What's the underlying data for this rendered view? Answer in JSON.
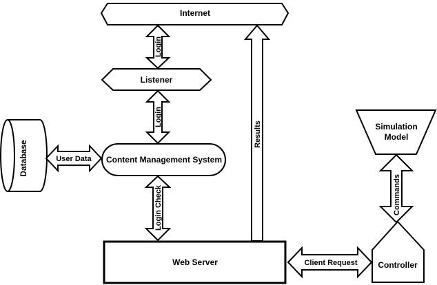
{
  "nodes": {
    "internet": "Internet",
    "listener": "Listener",
    "cms": "Content Management System",
    "database": "Database",
    "web_server": "Web Server",
    "controller": "Controller",
    "simulation_model_line1": "Simulation",
    "simulation_model_line2": "Model"
  },
  "edges": {
    "internet_listener": "Login",
    "listener_cms": "Login",
    "database_cms": "User Data",
    "cms_webserver": "Login Check",
    "webserver_internet": "Results",
    "webserver_controller": "Client Request",
    "controller_simulation": "Commands"
  }
}
